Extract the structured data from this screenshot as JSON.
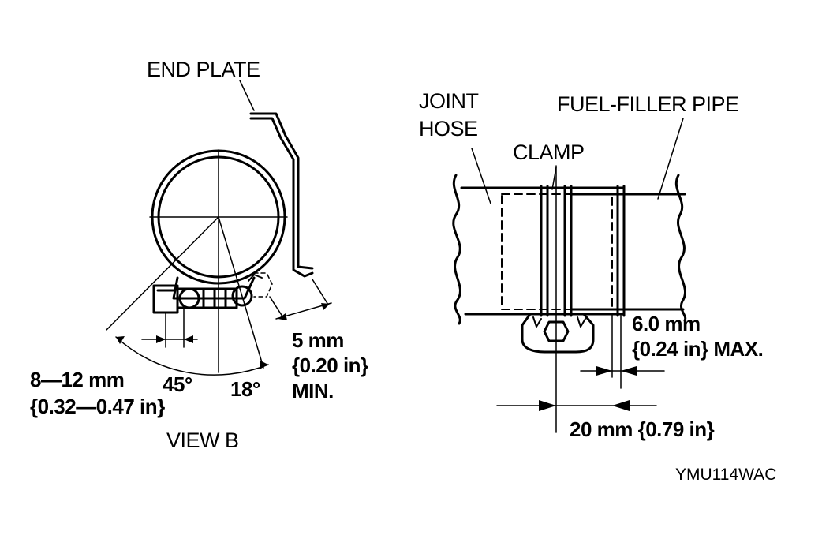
{
  "colors": {
    "line": "#000000",
    "background": "#ffffff"
  },
  "view_b": {
    "end_plate": "END PLATE",
    "gap_dim_1": "8—12 mm",
    "gap_dim_2": "{0.32—0.47 in}",
    "angle_45": "45°",
    "angle_18": "18°",
    "min_dim_1": "5 mm",
    "min_dim_2": "{0.20 in}",
    "min_dim_3": "MIN.",
    "caption": "VIEW B"
  },
  "pipe_view": {
    "joint_hose_1": "JOINT",
    "joint_hose_2": "HOSE",
    "fuel_filler_pipe": "FUEL-FILLER PIPE",
    "clamp": "CLAMP",
    "max_dim_1": "6.0 mm",
    "max_dim_2": "{0.24 in} MAX.",
    "insert_dim": "20 mm {0.79 in}"
  },
  "figure_code": "YMU114WAC"
}
